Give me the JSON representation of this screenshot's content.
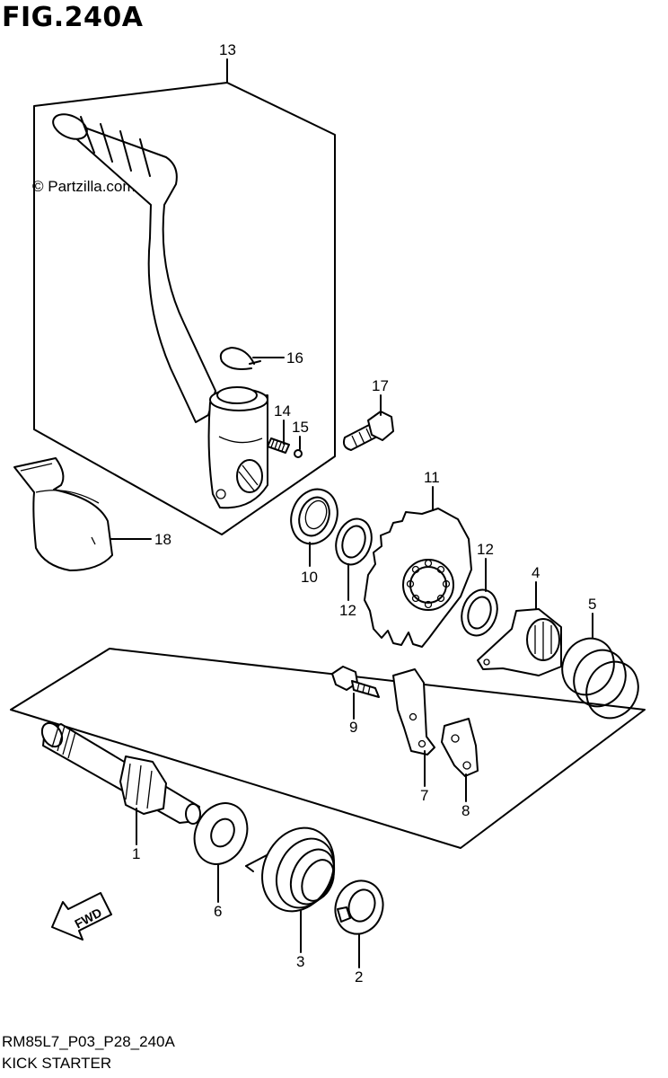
{
  "header": {
    "figure_title": "FIG.240A"
  },
  "watermark": {
    "text": "© Partzilla.com"
  },
  "footer": {
    "code": "RM85L7_P03_P28_240A",
    "subtitle": "KICK STARTER"
  },
  "direction_arrow": {
    "label": "FWD"
  },
  "callouts": {
    "c1": "1",
    "c2": "2",
    "c3": "3",
    "c4": "4",
    "c5": "5",
    "c6": "6",
    "c7": "7",
    "c8": "8",
    "c9": "9",
    "c10": "10",
    "c11": "11",
    "c12a": "12",
    "c12b": "12",
    "c13": "13",
    "c14": "14",
    "c15": "15",
    "c16": "16",
    "c17": "17",
    "c18": "18"
  }
}
